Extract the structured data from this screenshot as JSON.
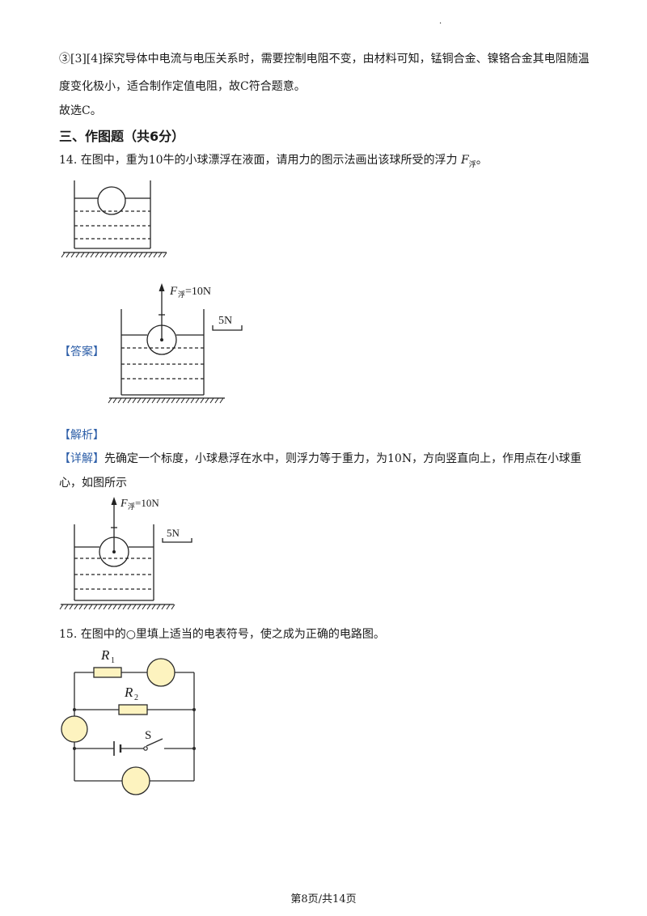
{
  "header_mark": "·",
  "text": {
    "p3_line1": "③[3][4]探究导体中电流与电压关系时，需要控制电阻不变，由材料可知，锰铜合金、镍铬合金其电阻随温",
    "p3_line2": "度变化极小，适合制作定值电阻，故C符合题意。",
    "p3_line3": "故选C。",
    "section_title": "三、作图题（共6分）",
    "q14_text": "14. 在图中，重为10牛的小球漂浮在液面，请用力的图示法画出该球所受的浮力",
    "q14_symbol": "F",
    "q14_sub": "浮",
    "q14_end": "。",
    "answer_tag": "【答案】",
    "analysis_tag": "【解析】",
    "detail_tag": "【详解】",
    "detail_line1": "先确定一个标度，小球悬浮在水中，则浮力等于重力，为10N，方向竖直向上，作用点在小球重",
    "detail_line2": "心，如图所示",
    "q15_text": "15. 在图中的○里填上适当的电表符号，使之成为正确的电路图。"
  },
  "figures": {
    "force_label_F": "F",
    "force_label_sub": "浮",
    "force_label_value": "=10N",
    "scale_label": "5N",
    "r1_label": "R",
    "r1_sub": "1",
    "r2_label": "R",
    "r2_sub": "2",
    "switch_label": "S"
  },
  "colors": {
    "meter_fill": "#fdf3bf",
    "meter_stroke": "#2b2b2b",
    "tag_color": "#2e5fa8"
  },
  "footer": "第8页/共14页"
}
